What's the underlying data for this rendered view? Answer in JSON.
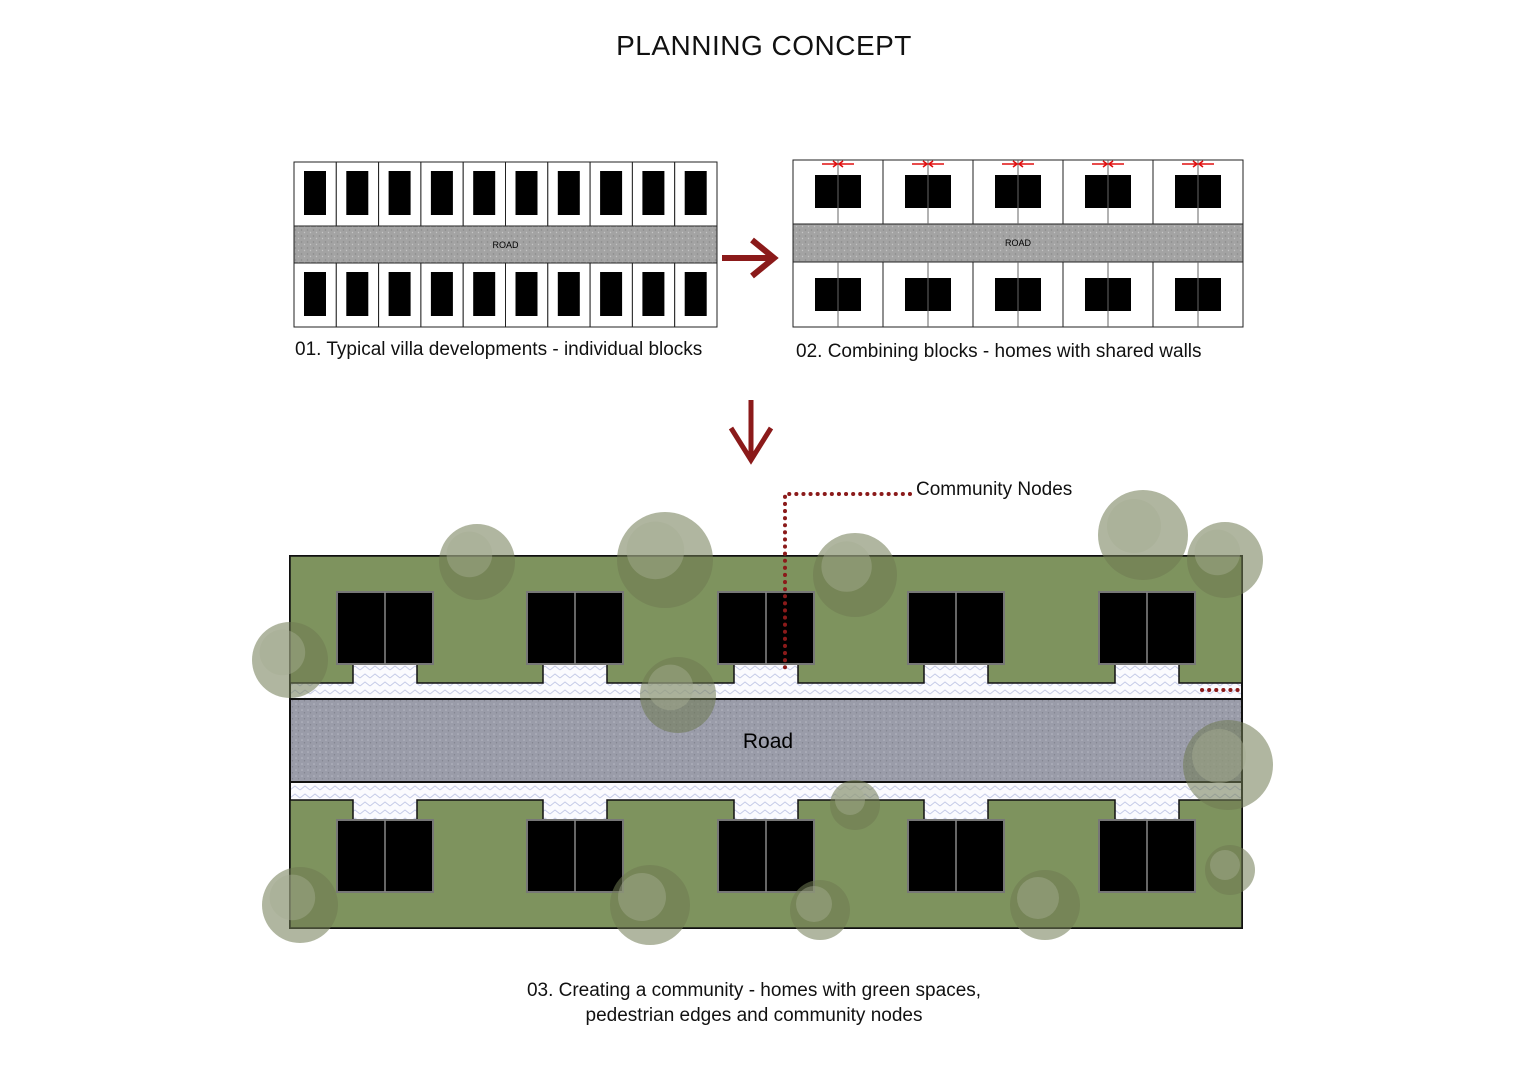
{
  "title": "PLANNING CONCEPT",
  "diagram1": {
    "caption": "01. Typical villa developments - individual blocks",
    "road_label": "ROAD",
    "plots_per_row": 10
  },
  "diagram2": {
    "caption": "02. Combining blocks - homes with shared walls",
    "road_label": "ROAD",
    "plots_per_row": 5
  },
  "diagram3": {
    "caption_line1": "03. Creating a community - homes with green spaces,",
    "caption_line2": "pedestrian edges and community nodes",
    "road_label": "Road",
    "annotation": "Community Nodes",
    "homes_per_row": 5
  },
  "colors": {
    "accent": "#8b1a1a",
    "green": "#7e935e",
    "road": "#9a9ca9",
    "dimension": "#e01010"
  }
}
